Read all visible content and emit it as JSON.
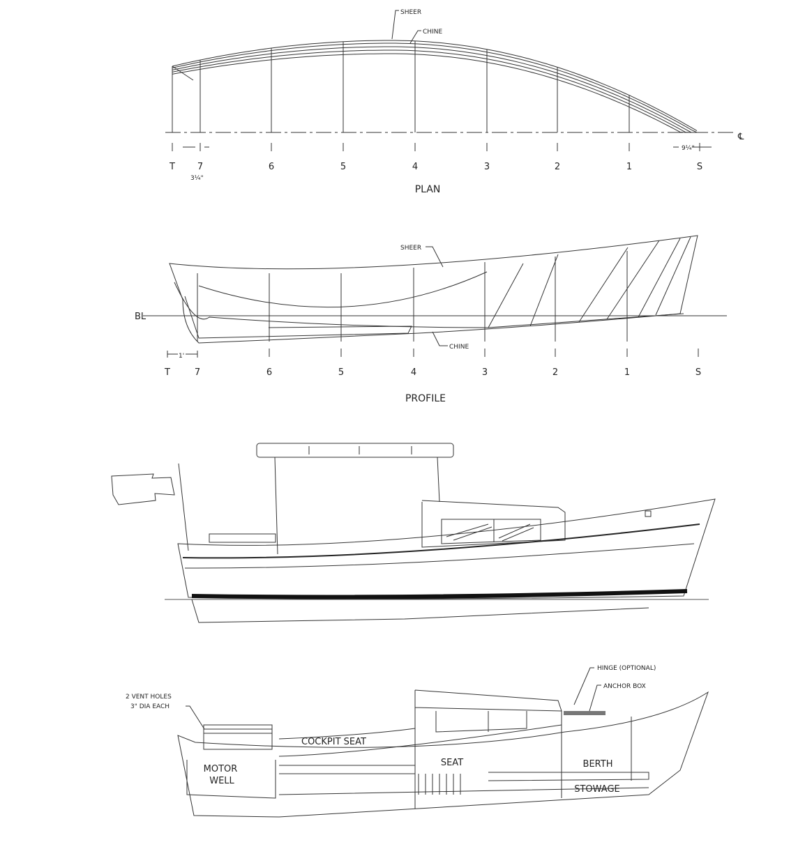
{
  "plan": {
    "title": "PLAN",
    "sheer_label": "SHEER",
    "chine_label": "CHINE",
    "centerline_label": "℄",
    "stations": [
      "T",
      "7",
      "6",
      "5",
      "4",
      "3",
      "2",
      "1",
      "S"
    ],
    "dim_aft": "3¼\"",
    "dim_fwd": "9¼\""
  },
  "profile": {
    "title": "PROFILE",
    "sheer_label": "SHEER",
    "chine_label": "CHINE",
    "baseline_label": "BL",
    "stations": [
      "T",
      "7",
      "6",
      "5",
      "4",
      "3",
      "2",
      "1",
      "S"
    ],
    "dim_aft": "1'"
  },
  "interior": {
    "vent_line1": "2 VENT HOLES",
    "vent_line2": "3\" DIA EACH",
    "hinge": "HINGE (OPTIONAL)",
    "anchor_box": "ANCHOR BOX",
    "cockpit_seat": "COCKPIT SEAT",
    "motor_line1": "MOTOR",
    "motor_line2": "WELL",
    "seat": "SEAT",
    "berth": "BERTH",
    "stowage": "STOWAGE"
  }
}
